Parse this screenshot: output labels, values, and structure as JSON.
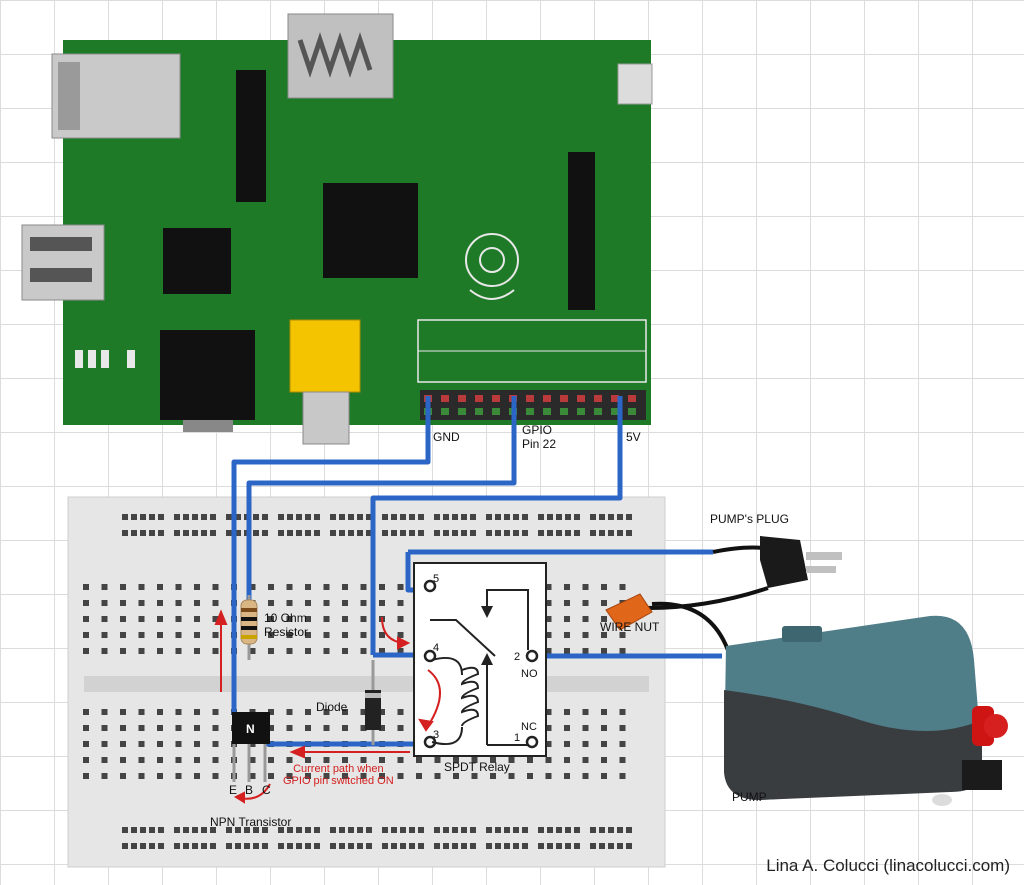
{
  "labels": {
    "gnd": "GND",
    "gpio_line1": "GPIO",
    "gpio_line2": "Pin 22",
    "five_v": "5V",
    "pumps_plug": "PUMP's PLUG",
    "wire_nut": "WIRE NUT",
    "resistor_line1": "10 Ohm",
    "resistor_line2": "Resistor",
    "diode": "Diode",
    "relay": "SPDT Relay",
    "current_line1": "Current path when",
    "current_line2": "GPIO pin switched ON",
    "transistor": "NPN Transistor",
    "pump": "PUMP",
    "pin_e": "E",
    "pin_b": "B",
    "pin_c": "C",
    "relay_pin_5": "5",
    "relay_pin_4": "4",
    "relay_pin_3": "3",
    "relay_pin_2": "2",
    "relay_pin_1": "1",
    "relay_no": "NO",
    "relay_nc": "NC",
    "transistor_mark": "N"
  },
  "credit": "Lina A. Colucci (linacolucci.com)",
  "colors": {
    "board": "#1f7a28",
    "wire": "#2b66c6",
    "breadboard": "#e6e6e6",
    "arrow": "#d42020",
    "pump_body": "#4f7d88"
  }
}
